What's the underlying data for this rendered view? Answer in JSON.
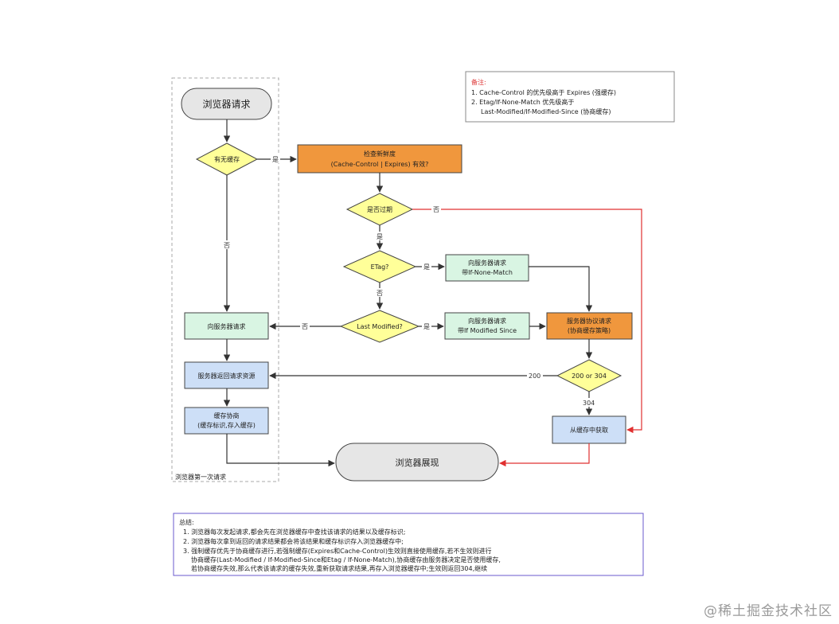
{
  "nodes": {
    "start": "浏览器请求",
    "has_cache": "有无缓存",
    "check_fresh_line1": "检查新鲜度",
    "check_fresh_line2": "(Cache-Control | Expires) 有效?",
    "expired": "是否过期",
    "etag": "ETag?",
    "req_inm_line1": "向服务器请求",
    "req_inm_line2": "带If-None-Match",
    "last_modified": "Last Modified?",
    "req_ims_line1": "向服务器请求",
    "req_ims_line2": "带If  Modified  Since",
    "negotiate_line1": "服务器协议请求",
    "negotiate_line2": "(协商缓存策略)",
    "req_server": "向服务器请求",
    "server_resp": "服务器返回请求资源",
    "code_check": "200 or 304",
    "cache_store_line1": "缓存协商",
    "cache_store_line2": "(缓存标识,存入缓存)",
    "from_cache": "从缓存中获取",
    "end": "浏览器展现",
    "first_req": "浏览器第一次请求"
  },
  "edge_labels": {
    "yes1": "是",
    "no_expired": "否",
    "no_left": "否",
    "yes_expired": "是",
    "yes_etag": "是",
    "no_etag": "否",
    "yes_lm": "是",
    "no_lm": "否",
    "code200": "200",
    "code304": "304"
  },
  "note": {
    "title": "备注:",
    "line1": "1. Cache-Control 的优先级高于 Expires (强缓存)",
    "line2": "2. Etag/If-None-Match 优先级高于",
    "line3": "Last-Modified/If-Modified-Since (协商缓存)"
  },
  "summary": {
    "title": "总结:",
    "line1": "1. 浏览器每次发起请求,都会先在浏览器缓存中查找该请求的结果以及缓存标识;",
    "line2": "2. 浏览器每次拿到返回的请求结果都会将该结果和缓存标识存入浏览器缓存中;",
    "line3": "3. 强制缓存优先于协商缓存进行,若强制缓存(Expires和Cache-Control)生效则直接使用缓存,若不生效则进行",
    "line4": "协商缓存(Last-Modified / If-Modified-Since和Etag / If-None-Match),协商缓存由服务器决定是否使用缓存,",
    "line5": "若协商缓存失效,那么代表该请求的缓存失效,重新获取请求结果,再存入浏览器缓存中;生效则返回304,继续"
  },
  "watermark": "@稀土掘金技术社区",
  "colors": {
    "orange": "#f0973d",
    "yellow": "#ffff99",
    "green": "#d9f5e3",
    "blue": "#cddff7",
    "grey": "#e6e6e6",
    "red": "#e03030"
  }
}
